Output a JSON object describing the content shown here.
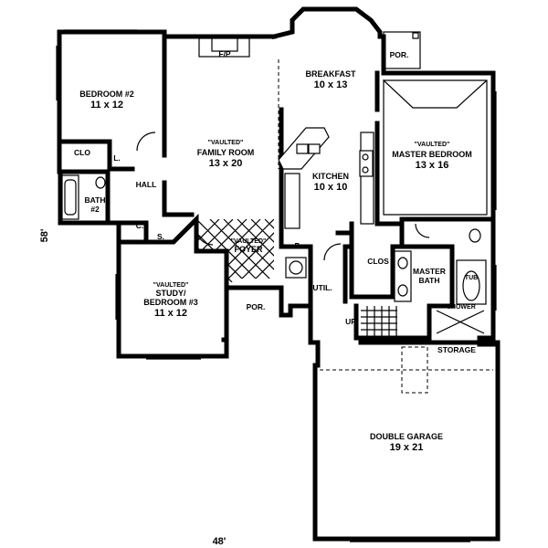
{
  "dimensions": {
    "width": "48'",
    "depth": "58'"
  },
  "rooms": {
    "bedroom2": {
      "name": "BEDROOM #2",
      "size": "11 x 12"
    },
    "family": {
      "vaulted": "\"VAULTED\"",
      "name": "FAMILY ROOM",
      "size": "13 x 20"
    },
    "breakfast": {
      "name": "BREAKFAST",
      "size": "10 x 13"
    },
    "kitchen": {
      "name": "KITCHEN",
      "size": "10 x 10"
    },
    "master_bedroom": {
      "vaulted": "\"VAULTED\"",
      "name": "MASTER BEDROOM",
      "size": "13 x 16"
    },
    "study": {
      "vaulted": "\"VAULTED\"",
      "name1": "STUDY/",
      "name2": "BEDROOM #3",
      "size": "11 x 12"
    },
    "foyer": {
      "vaulted": "\"VAULTED\"",
      "name": "FOYER"
    },
    "garage": {
      "name": "DOUBLE GARAGE",
      "size": "19 x 21"
    }
  },
  "labels": {
    "fireplace": "F/P",
    "porch_top": "POR.",
    "porch_front": "POR.",
    "closet": "CLO",
    "linen": "L.",
    "hall": "HALL",
    "bath2_a": "BATH",
    "bath2_b": "#2",
    "coat": "C.",
    "storage_s": "S.",
    "pantry": "P.",
    "utility": "UTIL.",
    "master_closet": "CLOS",
    "master_bath_a": "MASTER",
    "master_bath_b": "BATH",
    "tub": "TUB",
    "shower": "SHOWER",
    "up": "UP",
    "storage": "STORAGE"
  }
}
